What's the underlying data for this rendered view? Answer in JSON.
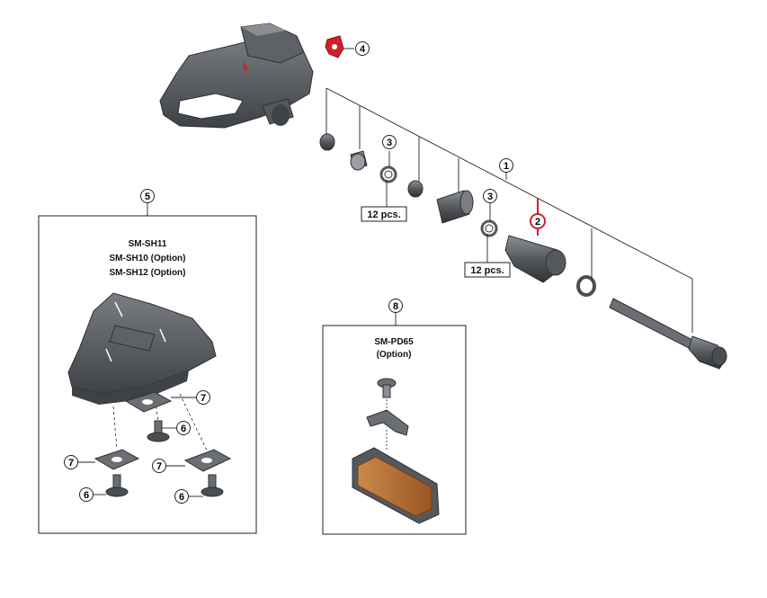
{
  "callouts": {
    "c1": "1",
    "c2": "2",
    "c3a": "3",
    "c3b": "3",
    "c4": "4",
    "c5": "5",
    "c6a": "6",
    "c6b": "6",
    "c6c": "6",
    "c7a": "7",
    "c7b": "7",
    "c7c": "7",
    "c8": "8"
  },
  "quantities": {
    "q1": "12 pcs.",
    "q2": "12 pcs."
  },
  "cleat_box": {
    "line1": "SM-SH11",
    "line2": "SM-SH10 (Option)",
    "line3": "SM-SH12 (Option)"
  },
  "reflector_box": {
    "line1": "SM-PD65",
    "line2": "(Option)"
  },
  "colors": {
    "highlight": "#d0202a",
    "part_dark": "#4a4d52",
    "part_mid": "#6b6e73",
    "reflector": "#b86a2a"
  }
}
